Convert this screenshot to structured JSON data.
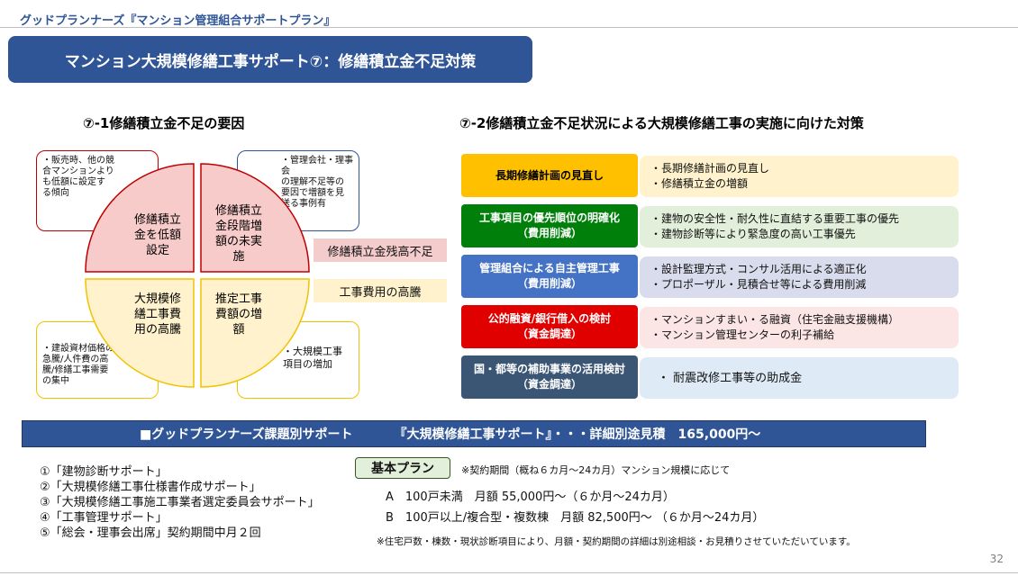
{
  "header": {
    "title": "グッドプランナーズ『マンション管理組合サポートプラン』"
  },
  "banner": {
    "title": "マンション大規模修繕工事サポート⑦：修繕積立金不足対策"
  },
  "left": {
    "title": "⑦-1修繕積立金不足の要因",
    "note_top_left": [
      "・販売時、他の競",
      "合マンションより",
      "も低額に設定す",
      "る傾向"
    ],
    "note_top_right": [
      "・管理会社・理事会",
      "の理解不足等の",
      "要因で増額を見",
      "送る事例有"
    ],
    "note_bottom_left": [
      "・建設資材価格の",
      "急騰/人件費の高",
      "騰/修繕工事需要",
      "の集中"
    ],
    "note_bottom_right": [
      "・大規模工事",
      "項目の増加"
    ],
    "quadrants": {
      "top_left": [
        "修繕積立",
        "金を低額",
        "設定"
      ],
      "top_right": [
        "修繕積立",
        "金段階増",
        "額の未実",
        "施"
      ],
      "bottom_left": [
        "大規模修",
        "繕工事費",
        "用の高騰"
      ],
      "bottom_right": [
        "推定工事",
        "費額の増",
        "額"
      ]
    },
    "tag_shortage": "修繕積立金残高不足",
    "tag_cost": "工事費用の高騰",
    "colors": {
      "pink": "#f8cbcb",
      "yellow": "#fff2cc",
      "red_border": "#c00000",
      "yellow_border": "#f2c200"
    }
  },
  "right": {
    "title": "⑦-2修繕積立金不足状況による大規模修繕工事の実施に向けた対策",
    "rows": [
      {
        "label": [
          "長期修繕計画の見直し"
        ],
        "desc": [
          "・長期修繕計画の見直し",
          "・修繕積立金の増額"
        ],
        "label_color": "#ffc000",
        "label_text_color": "#000000",
        "desc_color": "#fff2cc"
      },
      {
        "label": [
          "工事項目の優先順位の明確化",
          "（費用削減）"
        ],
        "desc": [
          "・建物の安全性・耐久性に直結する重要工事の優先",
          "・建物診断等により緊急度の高い工事優先"
        ],
        "label_color": "#00800a",
        "label_text_color": "#ffffff",
        "desc_color": "#e2efda"
      },
      {
        "label": [
          "管理組合による自主管理工事",
          "（費用削減）"
        ],
        "desc": [
          "・設計監理方式・コンサル活用による適正化",
          "・プロポーザル・見積合せ等による費用削減"
        ],
        "label_color": "#4472c4",
        "label_text_color": "#ffffff",
        "desc_color": "#d9dcec"
      },
      {
        "label": [
          "公的融資/銀行借入の検討",
          "（資金調達）"
        ],
        "desc": [
          "・マンションすまい・る融資（住宅金融支援機構）",
          "・マンション管理センターの利子補給"
        ],
        "label_color": "#e00000",
        "label_text_color": "#ffffff",
        "desc_color": "#fbe5e5"
      },
      {
        "label": [
          "国・都等の補助事業の活用検討",
          "（資金調達）"
        ],
        "desc": [
          "・ 耐震改修工事等の助成金"
        ],
        "label_color": "#3b5675",
        "label_text_color": "#ffffff",
        "desc_color": "#deebf7"
      }
    ]
  },
  "bottom": {
    "banner_left": "■グッドプランナーズ課題別サポート",
    "banner_right": "『大規模修繕工事サポート』・・・詳細別途見積　165,000円～",
    "list": [
      "①「建物診断サポート」",
      "②「大規模修繕工事仕様書作成サポート」",
      "③「大規模修繕工事施工事業者選定委員会サポート」",
      "④「工事管理サポート」",
      "⑤「総会・理事会出席」契約期間中月２回"
    ],
    "plan_label": "基本プラン",
    "plan_note": "※契約期間（概ね６カ月～24カ月）マンション規模に応じて",
    "plan_a": "A　100戸未満　月額 55,000円～（６か月～24カ月）",
    "plan_b": "B　100戸以上/複合型・複数棟　月額 82,500円～ （６か月～24カ月）",
    "footnote": "※住宅戸数・棟数・現状診断項目により、月額・契約期間の詳細は別途相談・お見積りさせていただいています。"
  },
  "page_number": "32"
}
